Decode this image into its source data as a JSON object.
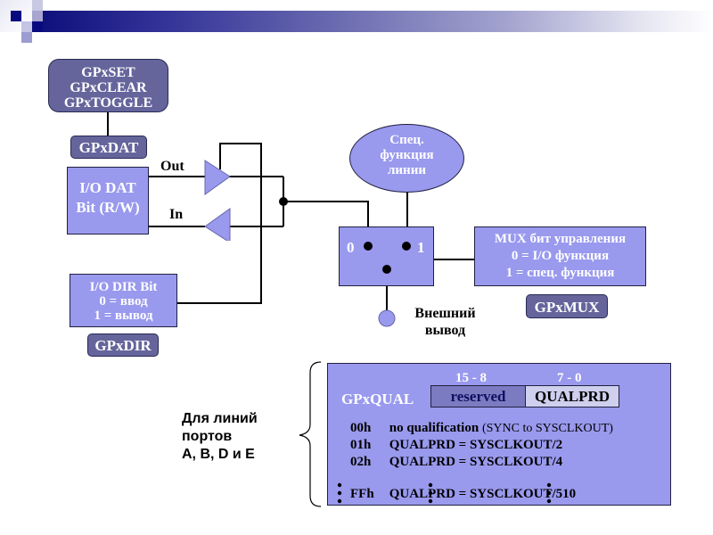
{
  "header": {
    "accent_colors": [
      "#0c0c7a",
      "#6a6ab0",
      "#e6e6f2"
    ]
  },
  "registers": {
    "set_clear_toggle": [
      "GPxSET",
      "GPxCLEAR",
      "GPxTOGGLE"
    ],
    "gpxdat": "GPxDAT",
    "gpxdir": "GPxDIR",
    "gpxmux": "GPxMUX",
    "gpxqual": "GPxQUAL"
  },
  "io_dat": {
    "lines": [
      "I/O DAT",
      "Bit (R/W)"
    ]
  },
  "signals": {
    "out": "Out",
    "in": "In"
  },
  "io_dir": {
    "lines": [
      "I/O DIR Bit",
      "0 = ввод",
      "1 = вывод"
    ]
  },
  "special_function": {
    "lines": [
      "Спец.",
      "функция",
      "линии"
    ]
  },
  "mux": {
    "input_0": "0",
    "input_1": "1",
    "control_lines": [
      "MUX бит управления",
      "0 = I/O функция",
      "1 = спец. функция"
    ]
  },
  "external_pin": {
    "lines": [
      "Внешний",
      "вывод"
    ]
  },
  "qual": {
    "bits_high": "15 - 8",
    "bits_low": "7 - 0",
    "field_reserved": "reserved",
    "field_qualprd": "QUALPRD",
    "rows": [
      {
        "code": "00h",
        "text": "no qualification",
        "note": "(SYNC to SYSCLKOUT)"
      },
      {
        "code": "01h",
        "text": "QUALPRD = SYSCLKOUT/2",
        "note": ""
      },
      {
        "code": "02h",
        "text": "QUALPRD = SYSCLKOUT/4",
        "note": ""
      },
      {
        "code": "FFh",
        "text": "QUALPRD = SYSCLKOUT/510",
        "note": ""
      }
    ]
  },
  "ports_note": {
    "lines": [
      "Для линий",
      "портов",
      "A, B, D и E"
    ]
  },
  "colors": {
    "box_light": "#9999ee",
    "box_dark": "#65659c",
    "reserved": "#7b7bc2",
    "qualprd": "#cfcfee"
  }
}
